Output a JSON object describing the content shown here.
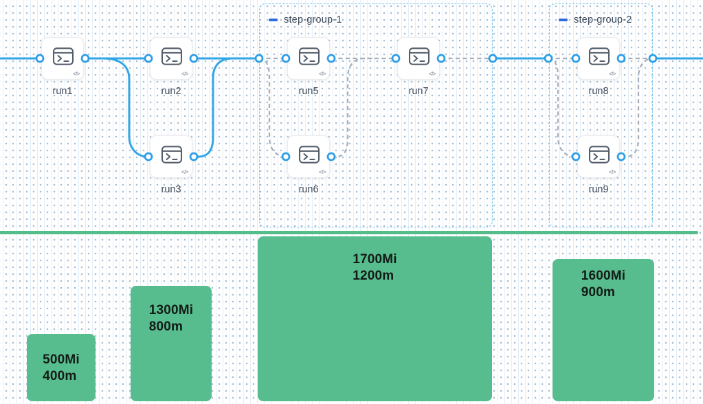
{
  "graph": {
    "nodes": [
      {
        "id": "run1",
        "label": "run1"
      },
      {
        "id": "run2",
        "label": "run2"
      },
      {
        "id": "run3",
        "label": "run3"
      },
      {
        "id": "run5",
        "label": "run5"
      },
      {
        "id": "run6",
        "label": "run6"
      },
      {
        "id": "run7",
        "label": "run7"
      },
      {
        "id": "run8",
        "label": "run8"
      },
      {
        "id": "run9",
        "label": "run9"
      }
    ],
    "groups": [
      {
        "label": "step-group-1",
        "members": [
          "run5",
          "run6",
          "run7"
        ]
      },
      {
        "label": "step-group-2",
        "members": [
          "run8",
          "run9"
        ]
      }
    ],
    "icons": {
      "node_icon": "terminal-icon",
      "badge_icon": "code-icon",
      "group_toggle_icon": "minus-icon"
    }
  },
  "chart_data": {
    "type": "bar",
    "bars": [
      {
        "memory": "500Mi",
        "cpu": "400m"
      },
      {
        "memory": "1300Mi",
        "cpu": "800m"
      },
      {
        "memory": "1700Mi",
        "cpu": "1200m"
      },
      {
        "memory": "1600Mi",
        "cpu": "900m"
      }
    ],
    "memory_values_Mi": [
      500,
      1300,
      1700,
      1600
    ],
    "cpu_values_m": [
      400,
      800,
      1200,
      900
    ],
    "legend": [],
    "grid": "dotted-background"
  },
  "colors": {
    "edge_blue": "#31a6e7",
    "edge_dashed_gray": "#a7aeb9",
    "port_stroke_blue": "#2c9de7",
    "group_border_blue": "#7fc8ef",
    "group_toggle_blue": "#2d6ae0",
    "group_label": "#3c4759",
    "node_label": "#414b59",
    "node_icon_stroke": "#545e6b",
    "separator_green": "#54bd8a",
    "bar_green": "#58bd8e",
    "bar_text": "#131b17"
  }
}
